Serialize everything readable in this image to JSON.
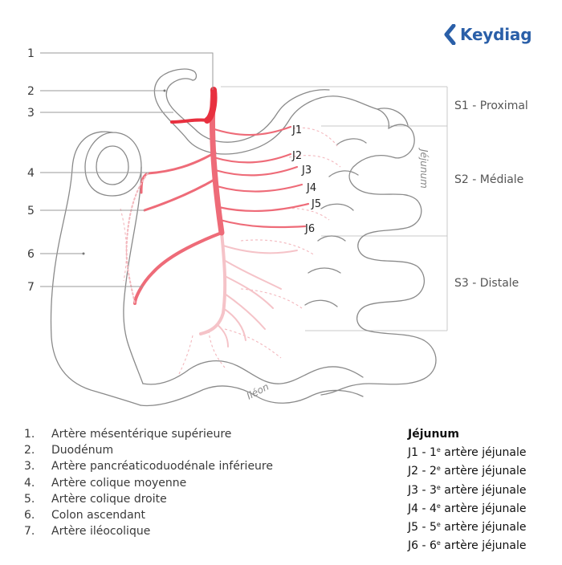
{
  "brand": {
    "name": "Keydiag",
    "color": "#2a5fa8"
  },
  "callouts": [
    "1",
    "2",
    "3",
    "4",
    "5",
    "6",
    "7"
  ],
  "jejunal_labels": [
    "J1",
    "J2",
    "J3",
    "J4",
    "J5",
    "J6"
  ],
  "sections": [
    "S1 - Proximal",
    "S2 - Médiale",
    "S3 - Distale"
  ],
  "organ_labels": {
    "jejunum": "Jéjunum",
    "ileum": "Iléon"
  },
  "legend": [
    {
      "num": "1.",
      "label": "Artère mésentérique supérieure"
    },
    {
      "num": "2.",
      "label": "Duodénum"
    },
    {
      "num": "3.",
      "label": "Artère pancréaticoduodénale inférieure"
    },
    {
      "num": "4.",
      "label": "Artère colique moyenne"
    },
    {
      "num": "5.",
      "label": "Artère colique droite"
    },
    {
      "num": "6.",
      "label": "Colon ascendant"
    },
    {
      "num": "7.",
      "label": "Artère iléocolique"
    }
  ],
  "jejunum_legend": {
    "title": "Jéjunum",
    "items": [
      {
        "code": "J1 - 1",
        "sup": "e",
        "text": " artère jéjunale"
      },
      {
        "code": "J2 - 2",
        "sup": "e",
        "text": " artère jéjunale"
      },
      {
        "code": "J3 - 3",
        "sup": "e",
        "text": " artère jéjunale"
      },
      {
        "code": "J4 - 4",
        "sup": "e",
        "text": " artère jéjunale"
      },
      {
        "code": "J5 - 5",
        "sup": "e",
        "text": " artère jéjunale"
      },
      {
        "code": "J6 - 6",
        "sup": "e",
        "text": " artère jéjunale"
      }
    ]
  },
  "colors": {
    "artery_dark": "#e8303f",
    "artery_mid": "#ee6b78",
    "artery_light": "#f5b8be",
    "outline": "#8a8a8a",
    "leader": "#9a9a9a"
  }
}
